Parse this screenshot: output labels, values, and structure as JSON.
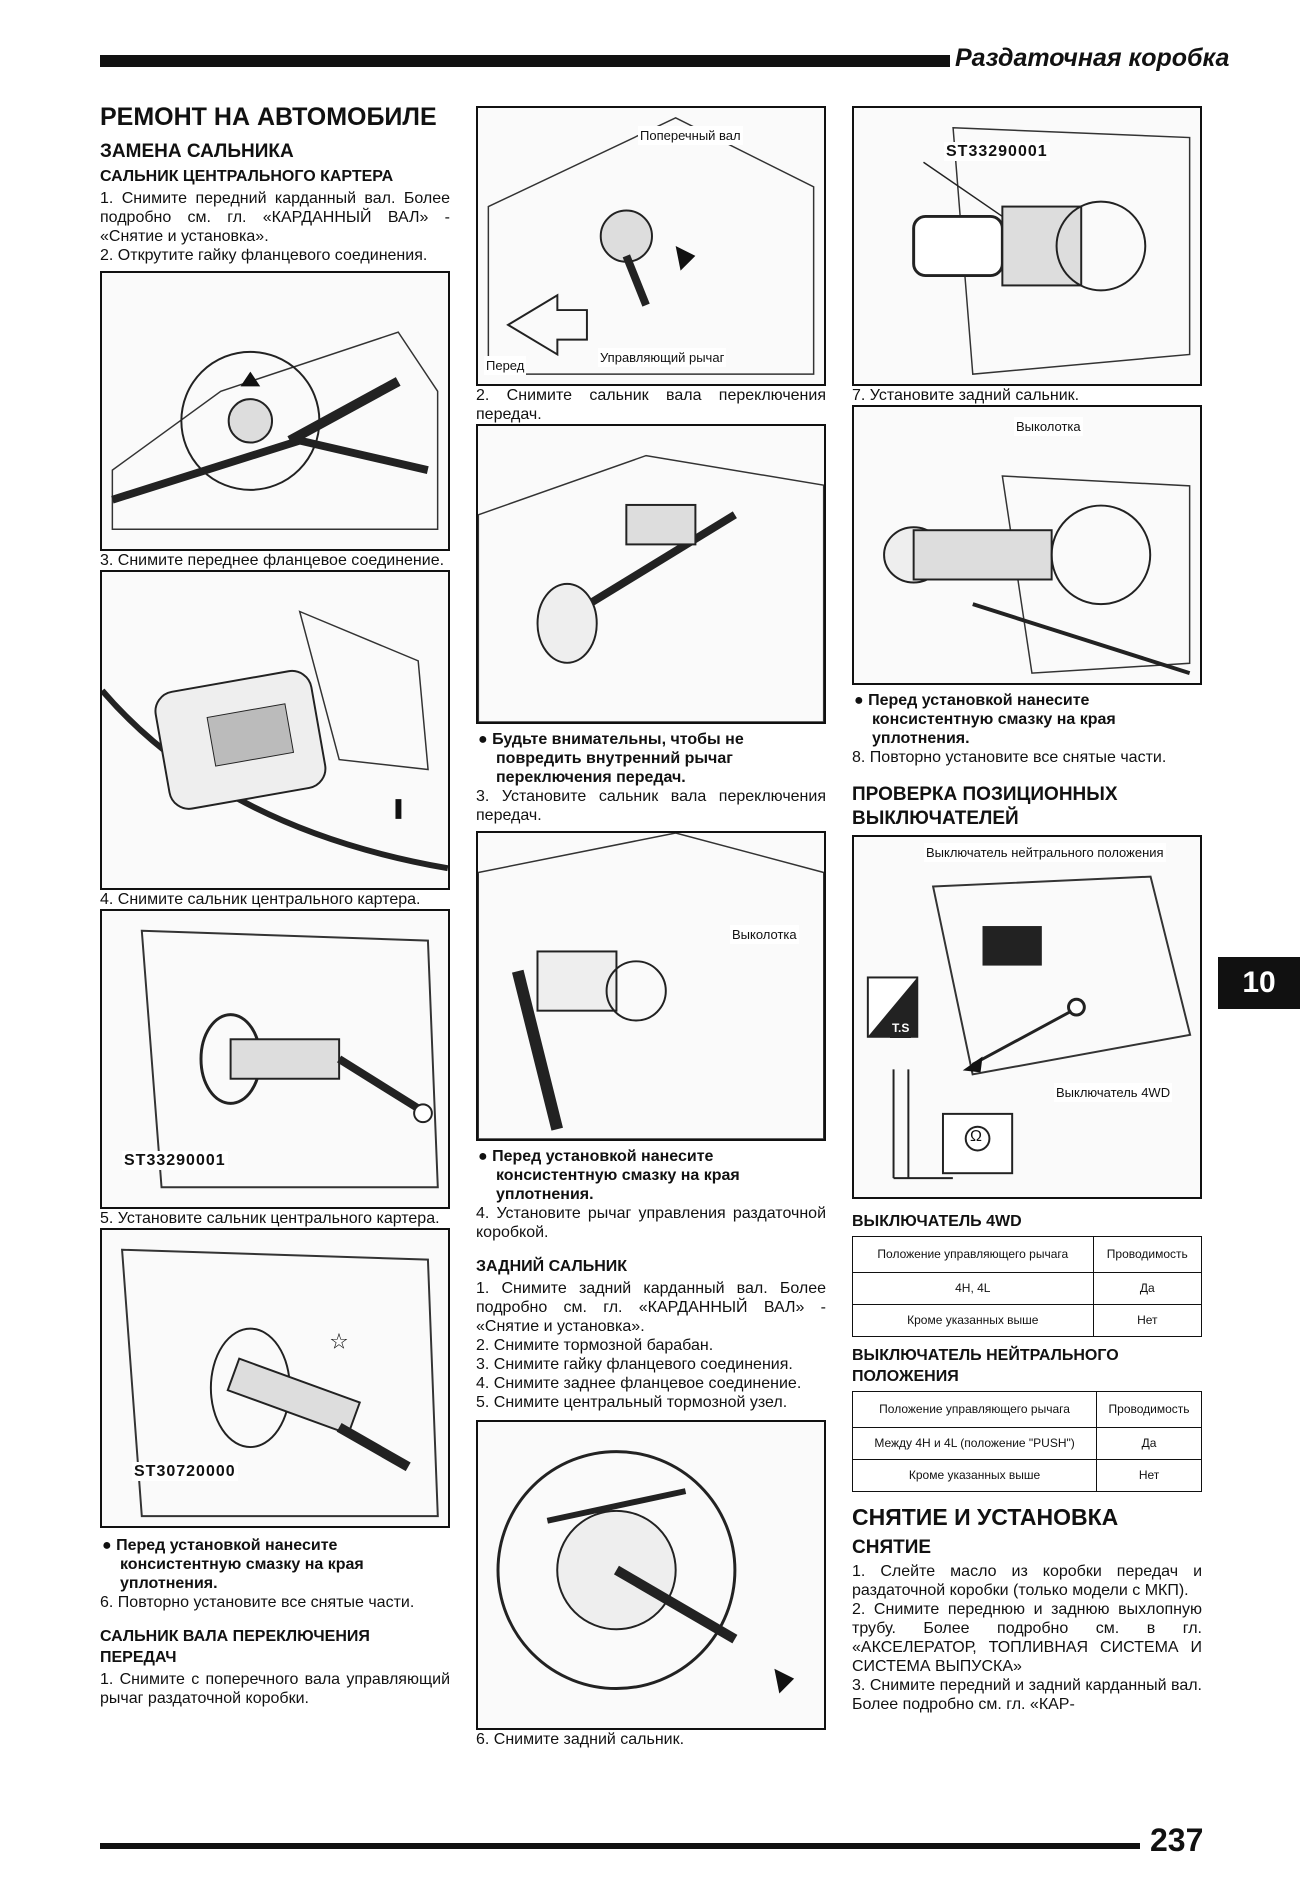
{
  "header": {
    "section_title": "Раздаточная коробка"
  },
  "footer": {
    "page_number": "237",
    "chapter_tab": "10"
  },
  "col1": {
    "h1": "РЕМОНТ НА АВТОМОБИЛЕ",
    "h2": "ЗАМЕНА САЛЬНИКА",
    "h3": "САЛЬНИК ЦЕНТРАЛЬНОГО КАРТЕРА",
    "steps_top": [
      "1. Снимите передний карданный вал. Более подробно см. гл. «КАРДАННЫЙ ВАЛ» - «Снятие и установка».",
      "2. Открутите гайку фланцевого соединения."
    ],
    "cap3": "3. Снимите переднее фланцевое соединение.",
    "cap4": "4. Снимите сальник центрального картера.",
    "fig5_label": "ST33290001",
    "cap5": "5. Установите сальник центрального картера.",
    "fig6_label": "ST30720000",
    "note6": "Перед установкой нанесите консистентную смазку на края уплотнения.",
    "step6": "6. Повторно установите все снятые части.",
    "h3_shift": "САЛЬНИК ВАЛА ПЕРЕКЛЮЧЕНИЯ ПЕРЕДАЧ",
    "shift_step1": "1. Снимите с поперечного вала управляющий рычаг раздаточной коробки."
  },
  "col2": {
    "fig1_label_shaft": "Поперечный вал",
    "fig1_label_lever": "Управляющий рычаг",
    "fig1_label_front": "Перед",
    "cap2": "2. Снимите сальник вала переключения передач.",
    "note2": "Будьте внимательны, чтобы не повредить внутренний рычаг переключения передач.",
    "cap3": "3. Установите сальник вала переключения передач.",
    "fig3_label": "Выколотка",
    "note3": "Перед установкой нанесите консистентную смазку на края уплотнения.",
    "step4": "4. Установите рычаг управления раздаточной коробкой.",
    "h3_rear": "ЗАДНИЙ САЛЬНИК",
    "rear_steps": [
      "1. Снимите задний карданный вал. Более подробно см. гл. «КАРДАННЫЙ ВАЛ» - «Снятие и установка».",
      "2. Снимите тормозной барабан.",
      "3. Снимите гайку фланцевого соединения.",
      "4. Снимите заднее фланцевое соединение.",
      "5. Снимите центральный тормозной узел."
    ],
    "cap6": "6. Снимите задний сальник."
  },
  "col3": {
    "fig1_label": "ST33290001",
    "cap7": "7. Установите задний сальник.",
    "fig2_label": "Выколотка",
    "note": "Перед установкой нанесите консистентную смазку на края уплотнения.",
    "step8": "8. Повторно установите все снятые части.",
    "h2_check": "ПРОВЕРКА ПОЗИЦИОННЫХ ВЫКЛЮЧАТЕЛЕЙ",
    "fig3_label_neutral": "Выключатель нейтрального положения",
    "fig3_label_4wd": "Выключатель 4WD",
    "fig3_badge": "T.S",
    "h3_4wd": "ВЫКЛЮЧАТЕЛЬ 4WD",
    "table_4wd": {
      "headers": [
        "Положение управляющего рычага",
        "Проводимость"
      ],
      "rows": [
        [
          "4H, 4L",
          "Да"
        ],
        [
          "Кроме указанных выше",
          "Нет"
        ]
      ]
    },
    "h3_neutral": "ВЫКЛЮЧАТЕЛЬ НЕЙТРАЛЬНОГО ПОЛОЖЕНИЯ",
    "table_neutral": {
      "headers": [
        "Положение управляющего рычага",
        "Проводимость"
      ],
      "rows": [
        [
          "Между 4H и 4L (положение \"PUSH\")",
          "Да"
        ],
        [
          "Кроме указанных выше",
          "Нет"
        ]
      ]
    },
    "h2_removal": "СНЯТИЕ И УСТАНОВКА",
    "h3_removal": "СНЯТИЕ",
    "removal_steps": [
      "1. Слейте масло из коробки передач и раздаточной коробки (только модели с МКП).",
      "2. Снимите переднюю и заднюю выхлопную трубу. Более подробно см. в гл. «АКСЕЛЕРАТОР, ТОПЛИВНАЯ СИСТЕМА И СИСТЕМА ВЫПУСКА»",
      "3. Снимите передний и задний карданный вал. Более подробно см. гл. «КАР-"
    ]
  }
}
